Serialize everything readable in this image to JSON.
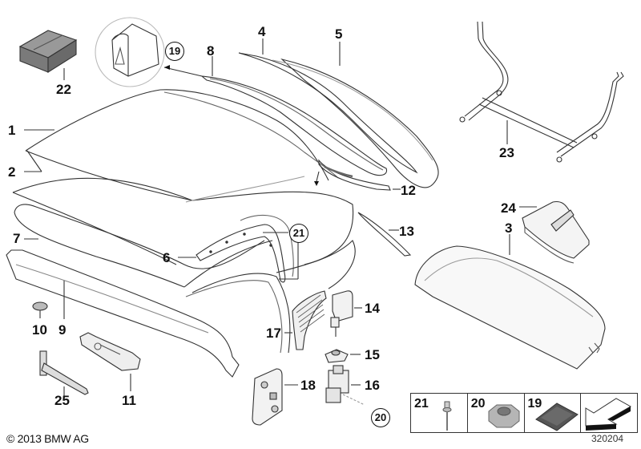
{
  "diagram": {
    "title": "BMW convertible top / hardtop parts diagram",
    "labels": [
      {
        "id": "1",
        "text": "1"
      },
      {
        "id": "2",
        "text": "2"
      },
      {
        "id": "3",
        "text": "3"
      },
      {
        "id": "4",
        "text": "4"
      },
      {
        "id": "5",
        "text": "5"
      },
      {
        "id": "6",
        "text": "6"
      },
      {
        "id": "7",
        "text": "7"
      },
      {
        "id": "8",
        "text": "8"
      },
      {
        "id": "9",
        "text": "9"
      },
      {
        "id": "10",
        "text": "10"
      },
      {
        "id": "11",
        "text": "11"
      },
      {
        "id": "12",
        "text": "12"
      },
      {
        "id": "13",
        "text": "13"
      },
      {
        "id": "14",
        "text": "14"
      },
      {
        "id": "15",
        "text": "15"
      },
      {
        "id": "16",
        "text": "16"
      },
      {
        "id": "17",
        "text": "17"
      },
      {
        "id": "18",
        "text": "18"
      },
      {
        "id": "22",
        "text": "22"
      },
      {
        "id": "23",
        "text": "23"
      },
      {
        "id": "24",
        "text": "24"
      },
      {
        "id": "25",
        "text": "25"
      }
    ],
    "circled_labels": [
      {
        "id": "19",
        "text": "19"
      },
      {
        "id": "21",
        "text": "21"
      },
      {
        "id": "20",
        "text": "20"
      }
    ],
    "legend": [
      {
        "number": "21",
        "icon": "rivet-icon"
      },
      {
        "number": "20",
        "icon": "hex-nut-icon"
      },
      {
        "number": "19",
        "icon": "rubber-pad-icon"
      },
      {
        "number": "",
        "icon": "arrow-icon"
      }
    ],
    "copyright": "© 2013 BMW AG",
    "image_number": "320204"
  }
}
